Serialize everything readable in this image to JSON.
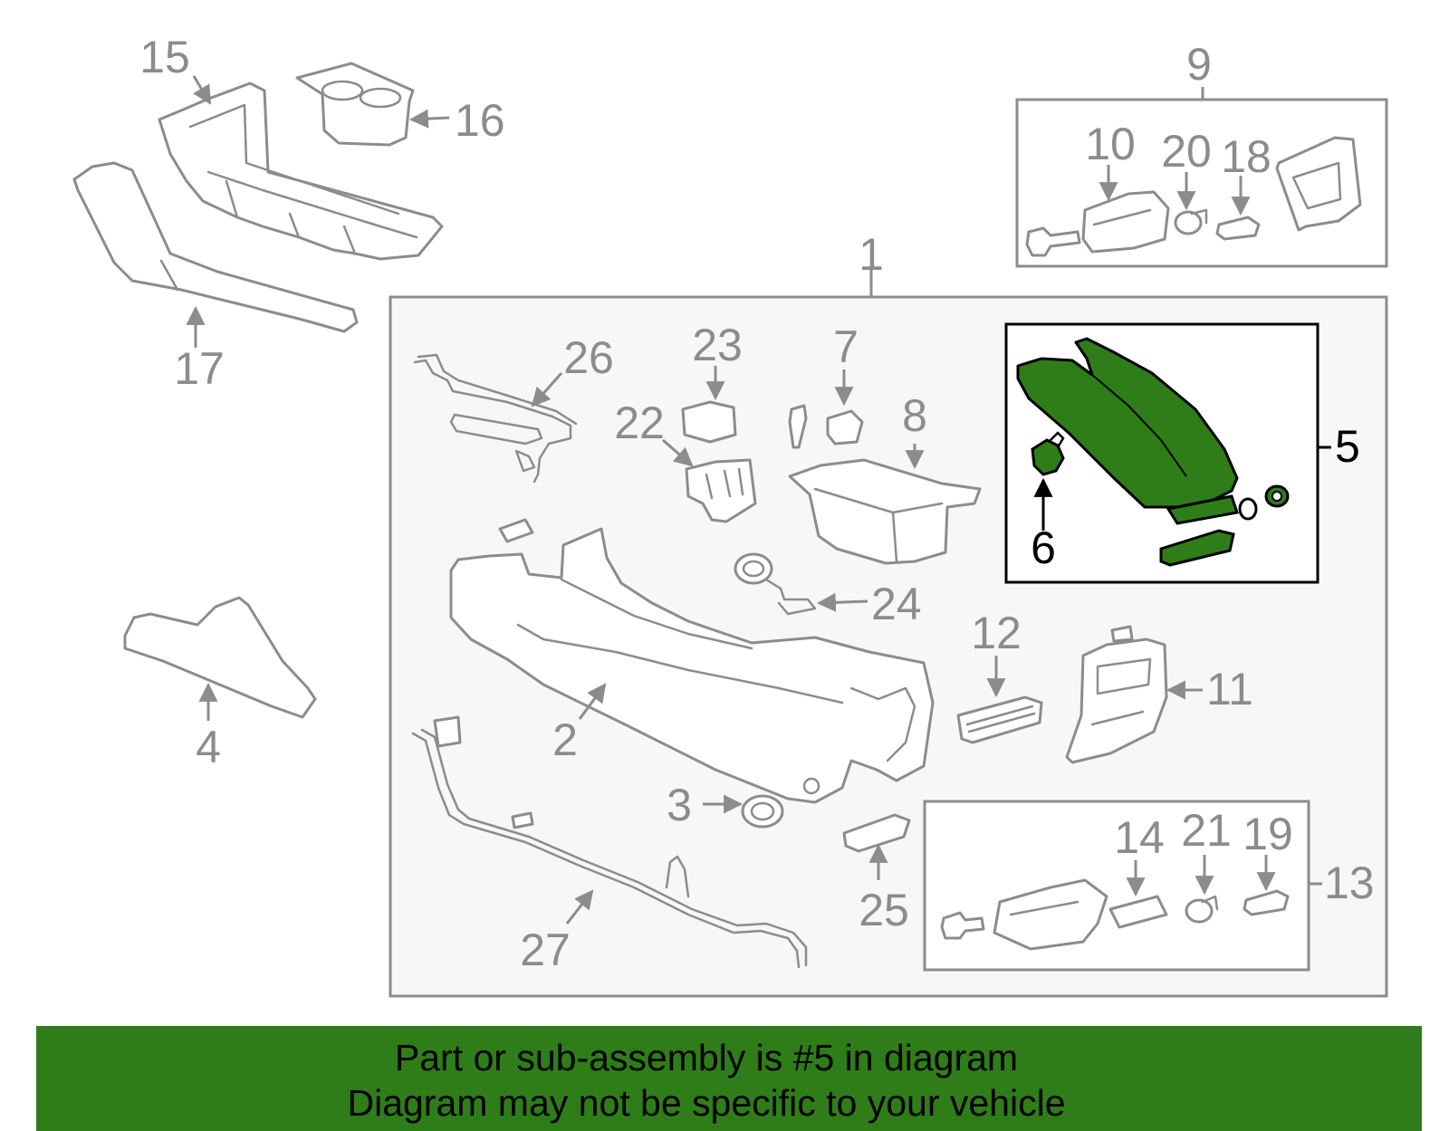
{
  "colors": {
    "part_stroke": "#8c8c8c",
    "highlight_fill": "#2e7d19",
    "highlight_stroke": "#000000",
    "banner_background": "#2e7d19",
    "text": "#000000"
  },
  "callouts": {
    "c1": "1",
    "c2": "2",
    "c3": "3",
    "c4": "4",
    "c5": "5",
    "c6": "6",
    "c7": "7",
    "c8": "8",
    "c9": "9",
    "c10": "10",
    "c11": "11",
    "c12": "12",
    "c13": "13",
    "c14": "14",
    "c15": "15",
    "c16": "16",
    "c17": "17",
    "c18": "18",
    "c19": "19",
    "c20": "20",
    "c21": "21",
    "c22": "22",
    "c23": "23",
    "c24": "24",
    "c25": "25",
    "c26": "26",
    "c27": "27"
  },
  "highlighted_part": "5",
  "banner": {
    "line1": "Part or sub-assembly is #5 in diagram",
    "line2": "Diagram may not be specific to your vehicle"
  }
}
